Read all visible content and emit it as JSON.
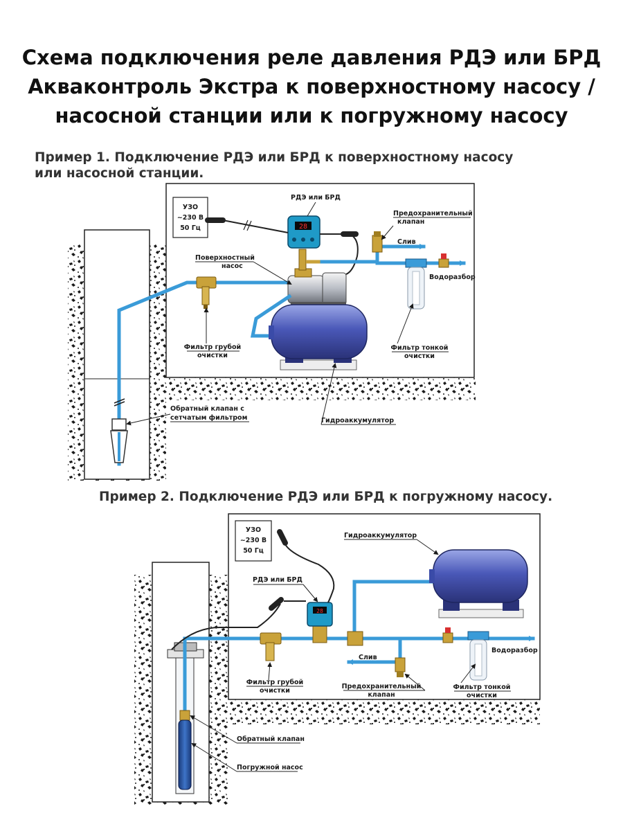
{
  "title": {
    "line1": "Схема подключения реле давления РДЭ или БРД",
    "line2": "Акваконтроль Экстра  к поверхностному насосу /",
    "line3": "насосной станции или к погружному насосу"
  },
  "example1": {
    "heading_line1": "Пример 1. Подключение РДЭ или БРД к поверхностному насосу",
    "heading_line2": "или насосной станции.",
    "uzo_line1": "УЗО",
    "uzo_line2": "~230 В",
    "uzo_line3": "50 Гц",
    "relay": "РДЭ или БРД",
    "relay_display": "28",
    "surface_pump_line1": "Поверхностный",
    "surface_pump_line2": "насос",
    "safety_valve_line1": "Предохранительный",
    "safety_valve_line2": "клапан",
    "drain": "Слив",
    "water_outlet": "Водоразбор",
    "coarse_filter_line1": "Фильтр грубой",
    "coarse_filter_line2": "очистки",
    "fine_filter_line1": "Фильтр тонкой",
    "fine_filter_line2": "очистки",
    "check_valve_line1": "Обратный клапан с",
    "check_valve_line2": "сетчатым фильтром",
    "accumulator": "Гидроаккумулятор"
  },
  "example2": {
    "heading": "Пример 2. Подключение РДЭ или БРД к погружному насосу.",
    "uzo_line1": "УЗО",
    "uzo_line2": "~230 В",
    "uzo_line3": "50 Гц",
    "accumulator": "Гидроаккумулятор",
    "relay": "РДЭ или БРД",
    "relay_display": "28",
    "drain": "Слив",
    "water_outlet": "Водоразбор",
    "coarse_filter_line1": "Фильтр грубой",
    "coarse_filter_line2": "очистки",
    "safety_valve_line1": "Предохранительный",
    "safety_valve_line2": "клапан",
    "fine_filter_line1": "Фильтр тонкой",
    "fine_filter_line2": "очистки",
    "check_valve": "Обратный клапан",
    "submersible_pump": "Погружной насос"
  },
  "colors": {
    "pipe": "#3a9bd8",
    "tank": "#4a58b8",
    "brass": "#c9a23a",
    "relay_body": "#1f9ac7"
  }
}
